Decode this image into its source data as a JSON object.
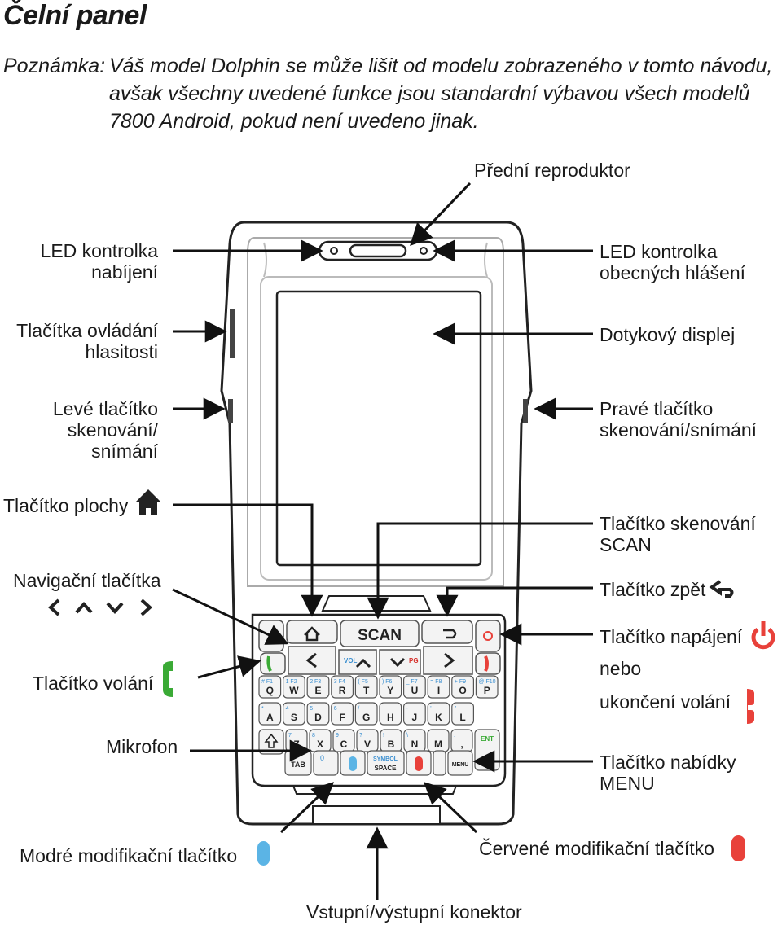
{
  "title": "Čelní panel",
  "note": {
    "label": "Poznámka:",
    "line1": "Váš model Dolphin se může lišit od modelu zobrazeného v tomto návodu,",
    "line2": "avšak všechny uvedené funkce jsou standardní výbavou všech modelů",
    "line3": "7800 Android, pokud není uvedeno jinak."
  },
  "labels": {
    "front_speaker": "Přední reproduktor",
    "charge_led": [
      "LED kontrolka",
      "nabíjení"
    ],
    "notify_led": [
      "LED kontrolka",
      "obecných hlášení"
    ],
    "volume": [
      "Tlačítka ovládání",
      "hlasitosti"
    ],
    "touch_display": "Dotykový displej",
    "left_scan": [
      "Levé tlačítko",
      "skenování/",
      "snímání"
    ],
    "right_scan": [
      "Pravé tlačítko",
      "skenování/snímání"
    ],
    "home": "Tlačítko plochy",
    "scan": [
      "Tlačítko skenování",
      "SCAN"
    ],
    "nav": "Navigační tlačítka",
    "back": "Tlačítko zpět",
    "power": "Tlačítko napájení",
    "or": "nebo",
    "end_call": "ukončení volání",
    "call": "Tlačítko volání",
    "mic": "Mikrofon",
    "menu": [
      "Tlačítko nabídky",
      "MENU"
    ],
    "blue_mod": "Modré modifikační tlačítko",
    "red_mod": "Červené modifikační tlačítko",
    "io": "Vstupní/výstupní konektor"
  },
  "keys": {
    "scan": "SCAN",
    "vol": "VOL",
    "pg": "PG",
    "tab": "TAB",
    "symbol": "SYMBOL",
    "space": "SPACE",
    "menu": "MENU",
    "ent": "ENT",
    "row1": [
      "Q",
      "W",
      "E",
      "R",
      "T",
      "Y",
      "U",
      "I",
      "O",
      "P"
    ],
    "row1_sub": [
      "#  F1",
      "1  F2",
      "2  F3",
      "3  F4",
      "(  F5",
      ")  F6",
      "_  F7",
      "=  F8",
      "+  F9",
      "@  F10"
    ],
    "row2": [
      "A",
      "S",
      "D",
      "F",
      "G",
      "H",
      "J",
      "K",
      "L"
    ],
    "row2_sub": [
      "*",
      "4",
      "5",
      "6",
      "/",
      "",
      "-",
      "'",
      "\""
    ],
    "row3": [
      "Z",
      "X",
      "C",
      "V",
      "B",
      "N",
      "M",
      ","
    ],
    "row3_sub": [
      "7",
      "8",
      "9",
      "?",
      "!",
      "\\",
      "",
      "."
    ],
    "zero": "0"
  },
  "colors": {
    "call_green": "#3aaa35",
    "end_red": "#e8413a",
    "blue_mod": "#5bb4e5",
    "red_mod": "#e8413a",
    "fn_red": "#d6302a",
    "num_blue": "#3b8fd0"
  }
}
